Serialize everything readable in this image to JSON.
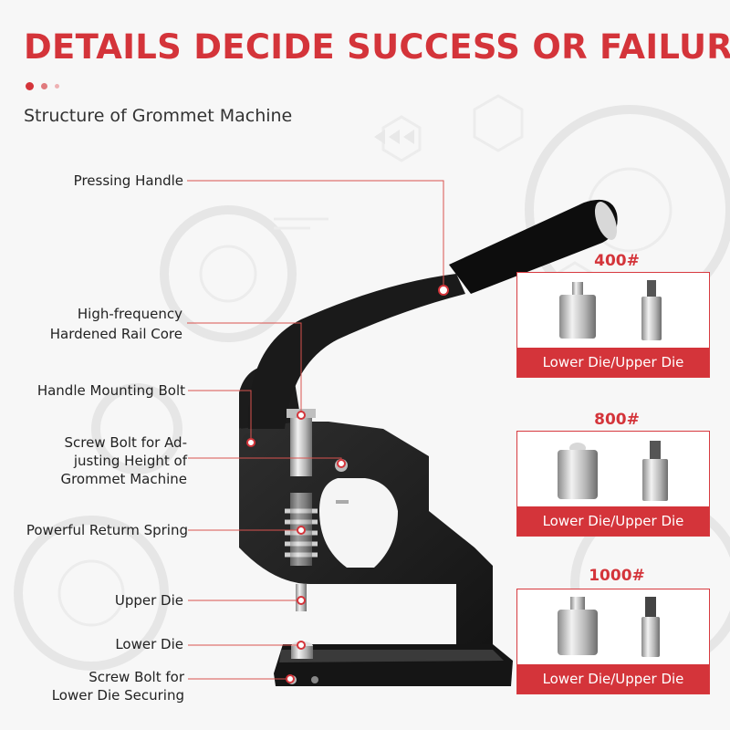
{
  "headline": "DETAILS DECIDE SUCCESS OR FAILURE",
  "subtitle": "Structure of Grommet Machine",
  "labels": {
    "pressing_handle": "Pressing Handle",
    "rail_core_1": "High-frequency",
    "rail_core_2": "Hardened Rail Core",
    "handle_bolt": "Handle Mounting Bolt",
    "screw_bolt_1": "Screw Bolt for Ad-",
    "screw_bolt_2": "justing Height of",
    "screw_bolt_3": "Grommet Machine",
    "spring": "Powerful Returm Spring",
    "upper_die": "Upper Die",
    "lower_die": "Lower Die",
    "lower_screw_1": "Screw Bolt for",
    "lower_screw_2": "Lower Die Securing"
  },
  "panels": [
    {
      "size": "400#",
      "caption": "Lower Die/Upper Die"
    },
    {
      "size": "800#",
      "caption": "Lower Die/Upper Die"
    },
    {
      "size": "1000#",
      "caption": "Lower Die/Upper Die"
    }
  ],
  "colors": {
    "accent": "#d4343a",
    "leader_line": "#d9534f",
    "machine": "#1f1f1f",
    "background": "#f7f7f7"
  }
}
